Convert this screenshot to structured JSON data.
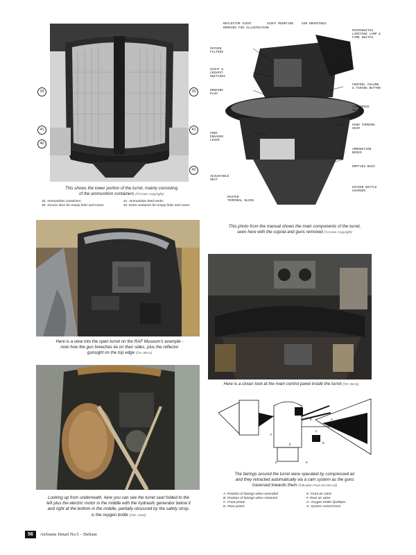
{
  "photo1": {
    "callouts": [
      "33",
      "33",
      "41",
      "41",
      "40",
      "42"
    ],
    "caption_lines": [
      "This shows the lower portion of the turret, mainly consisting",
      "of the ammunition containers"
    ],
    "credit": "(©Crown Copyright)",
    "legend": [
      [
        "33. Ammunition containers",
        "41. Ammunition feed necks"
      ],
      [
        "40. Access door for empty links and cases",
        "42. Extra container for empty links and cases"
      ]
    ]
  },
  "photo2": {
    "labels": {
      "top": [
        "Reflector sight",
        "Sight mounting",
        "Gun mountings"
      ],
      "top_sub": [
        "Removed for illustration"
      ],
      "left": [
        "Oxygen Filters",
        "Sight & Cockpit Switches",
        "Dowsing Plug",
        "Free Engaged Lever",
        "Adjustable Seat",
        "Master Terminal Block"
      ],
      "right": [
        "Microswitch Limiting Lamp & Fire Switch",
        "Control Column & Firing Button",
        "Low Speed Switch",
        "Hand Turning Gear",
        "Ammunition Boxes",
        "Empties Bags",
        "Oxygen Bottle Charger"
      ]
    },
    "caption_lines": [
      "This photo from the manual shows the main components of the turret,",
      "seen here with the cupola and guns removed"
    ],
    "credit": "(©Crown Copyright)"
  },
  "photo3": {
    "caption_lines": [
      "Here is a view into the open turret on the RAF Museum's example -",
      "note how the gun breeches lie on their sides, plus the reflector",
      "gunsight on the top edge"
    ],
    "credit": "(©N. Berry)"
  },
  "photo4": {
    "caption_lines": [
      "Here is a closer look at the main control panel inside the turret"
    ],
    "credit": "(©N. Berry)"
  },
  "photo5": {
    "caption_lines": [
      "Looking up from underneath, here you can see the turret seat folded to the",
      "left plus the electric motor in the middle with the hydraulic generator below it",
      "and right at the bottom in the middle, partially obscured by the safety strop,",
      "is the oxygen bottle"
    ],
    "credit": "(©M. Clark)"
  },
  "diagram": {
    "letters": [
      "A",
      "B",
      "C",
      "D",
      "E",
      "F",
      "G",
      "H"
    ],
    "caption_lines": [
      "The fairings around the turret were operated by compressed air",
      "and they retracted automatically via a cam system as the guns",
      "traversed towards them"
    ],
    "credit": "(©Boulton Paul Aircraft Ltd)",
    "legend": [
      [
        "A. Position of fairings when extended",
        "E. Front air valve"
      ],
      [
        "B. Position of fairings when retracted",
        "F. Rear air valve"
      ],
      [
        "C. Front piston",
        "G. Oxygen bottle @200psi"
      ],
      [
        "D. Rear piston",
        "H. System control lever"
      ]
    ]
  },
  "footer": {
    "page_number": "56",
    "title": "Airframe Detail No.5 – Defiant"
  }
}
